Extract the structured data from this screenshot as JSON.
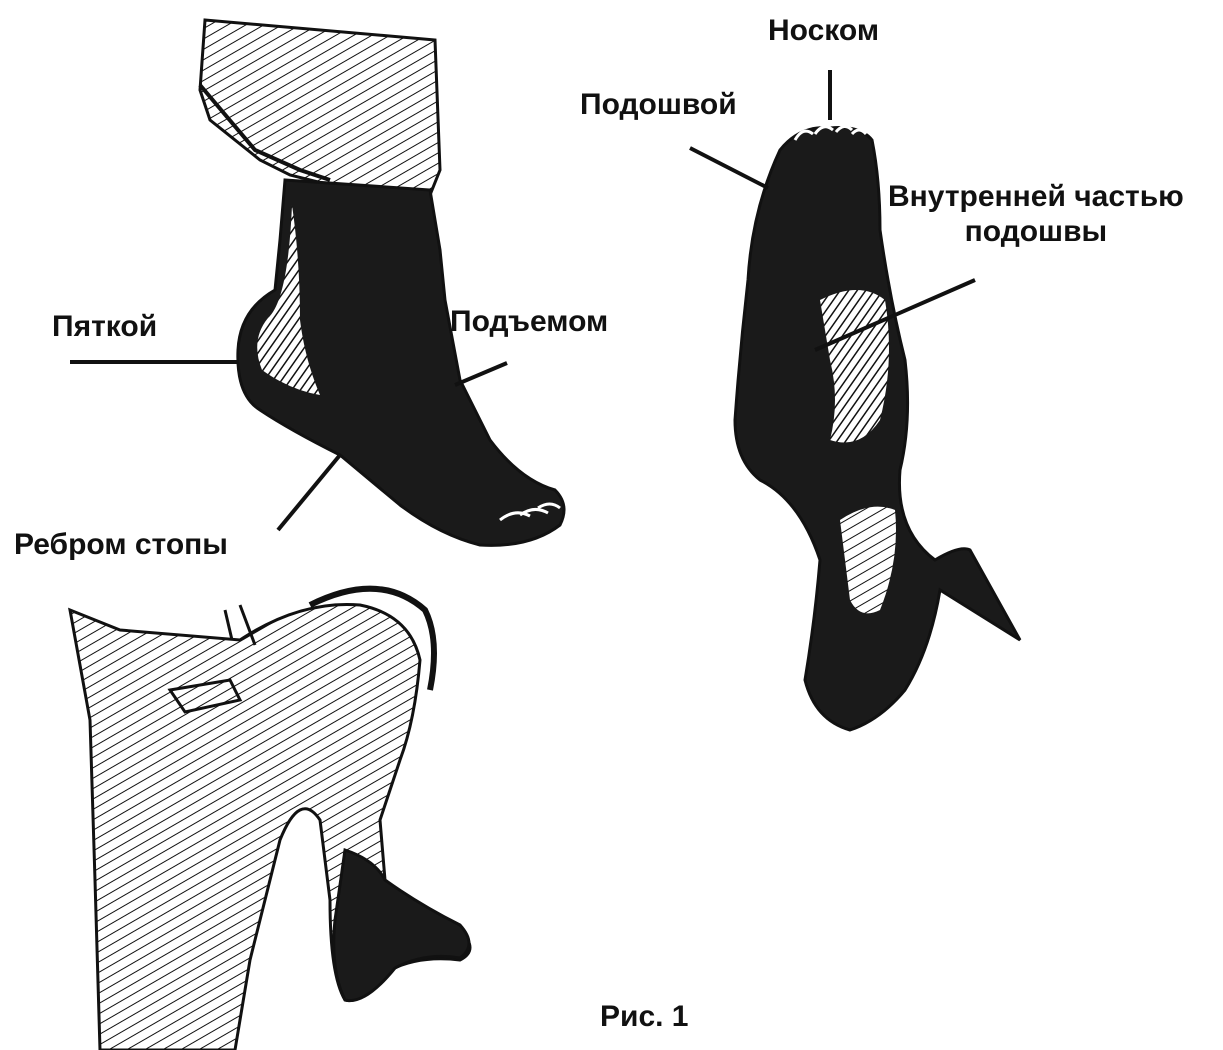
{
  "figure": {
    "caption": "Рис. 1",
    "labels": {
      "heel": "Пяткой",
      "instep": "Подъемом",
      "foot_edge": "Ребром стопы",
      "sole": "Подошвой",
      "toe": "Носком",
      "inner_sole_line1": "Внутренней частью",
      "inner_sole_line2": "подошвы"
    }
  },
  "colors": {
    "ink": "#111111",
    "paper": "#ffffff"
  }
}
